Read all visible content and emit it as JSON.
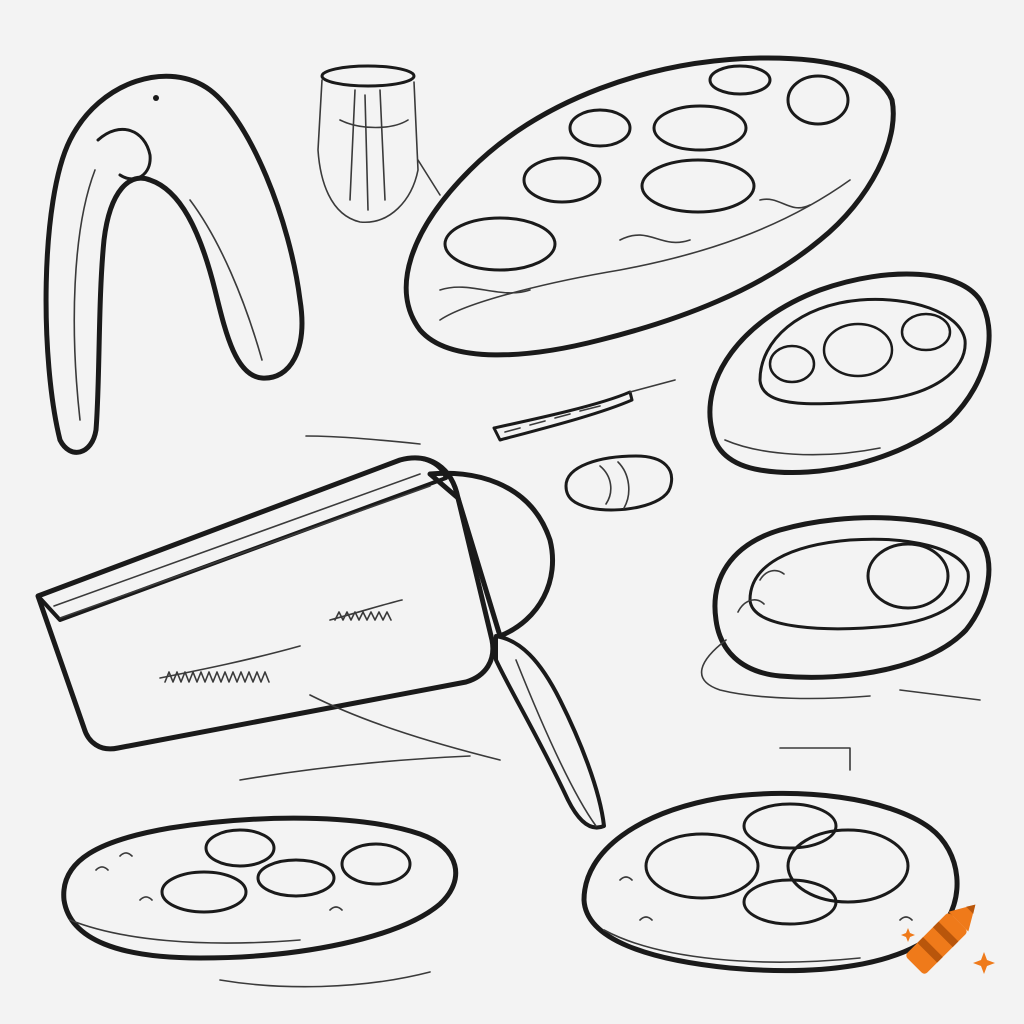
{
  "image": {
    "palette": {
      "paper": "#f3f3f3",
      "ink": "#1a1a1a",
      "shade": "#cfcfcf",
      "topping": "#e9e9e9",
      "crayon": "#ef7a1a",
      "crayon_dark": "#b9560b"
    },
    "objects": [
      "curved-handle",
      "small-jar-sketch",
      "oval-pizza-top",
      "oval-dish-right",
      "slicer-blade",
      "small-clip",
      "pizza-box-slicer",
      "pan-dish-right",
      "pizza-bottom-left",
      "pizza-bottom-right",
      "crayon-logo-icon"
    ]
  }
}
